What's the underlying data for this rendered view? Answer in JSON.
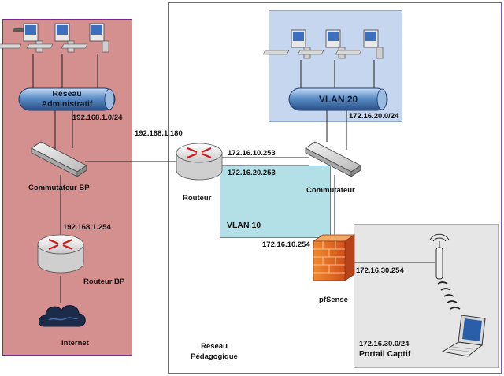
{
  "zones": {
    "admin": {
      "color": "#d48f8f"
    },
    "pedagogique": {
      "label_line1": "Réseau",
      "label_line2": "Pédagogique"
    },
    "vlan20": {
      "color": "#c5d6ee"
    },
    "vlan10": {
      "label": "VLAN 10",
      "color": "#b3dfe6"
    },
    "portail": {
      "line1": "172.16.30.0/24",
      "line2": "Portail Captif",
      "color": "#e6e6e6"
    }
  },
  "buses": {
    "admin": {
      "line1": "Réseau",
      "line2": "Administratif"
    },
    "vlan20": {
      "label": "VLAN 20"
    }
  },
  "devices": {
    "commutateur_bp": "Commutateur BP",
    "routeur_bp": "Routeur BP",
    "internet": "Internet",
    "routeur": "Routeur",
    "commutateur": "Commutateur",
    "pfsense": "pfSense"
  },
  "addresses": {
    "admin_net": "192.168.1.0/24",
    "routeur_bp_ip": "192.168.1.254",
    "routeur_wan": "192.168.1.180",
    "routeur_vlan10_upper": "172.16.10.253",
    "routeur_vlan20": "172.16.20.253",
    "vlan20_net": "172.16.20.0/24",
    "pfsense_vlan10": "172.16.10.254",
    "pfsense_portail": "172.16.30.254"
  }
}
